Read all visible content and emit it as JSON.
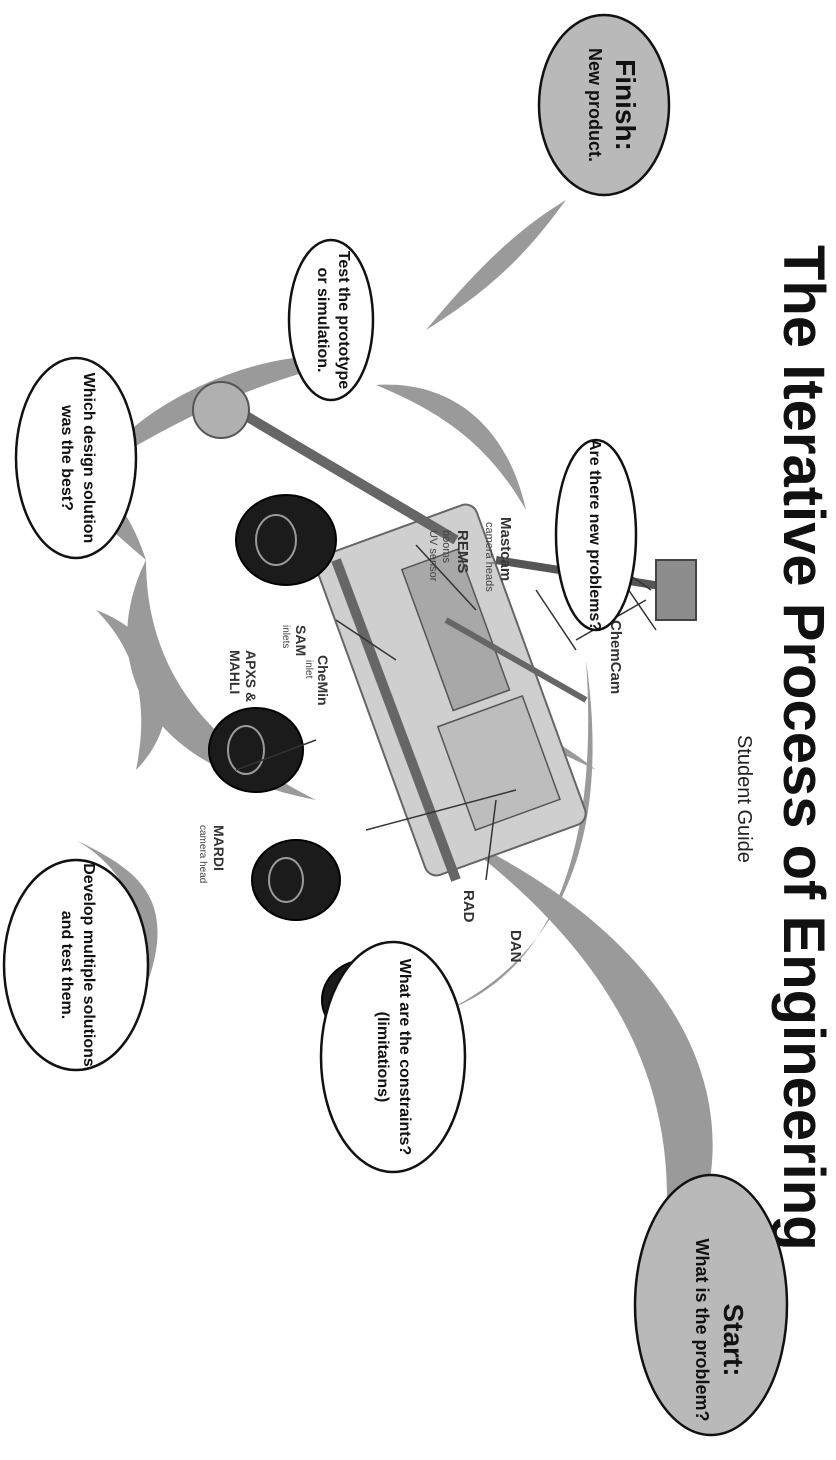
{
  "title": "The Iterative Process of Engineering",
  "subtitle": "Student Guide",
  "nodes": {
    "finish": {
      "head": "Finish:",
      "line1": "New product.",
      "line2": ""
    },
    "test": {
      "line1": "Test the prototype",
      "line2": "or simulation."
    },
    "new_problems": {
      "line1": "Are there new problems?",
      "line2": ""
    },
    "best": {
      "line1": "Which design solution",
      "line2": "was the best?"
    },
    "develop": {
      "line1": "Develop multiple solutions",
      "line2": "and test them."
    },
    "constraints": {
      "line1": "What are the constraints?",
      "line2": "(limitations)"
    },
    "start": {
      "head": "Start:",
      "line1": "What is the problem?"
    }
  },
  "rover_labels": {
    "mastcam": "Mastcam",
    "mastcam_sub": "camera heads",
    "rems": "REMS",
    "rems_sub1": "booms",
    "rems_sub2": "UV sensor",
    "chemcam": "ChemCam",
    "sam": "SAM",
    "sam_sub": "inlets",
    "chemin": "CheMin",
    "chemin_sub": "inlet",
    "apxs": "APXS &",
    "mahli": "MAHLI",
    "mardi": "MARDI",
    "mardi_sub": "camera head",
    "dan": "DAN",
    "rad": "RAD"
  },
  "colors": {
    "bubble_gray": "#b9b9b9",
    "arrow_gray": "#9a9a9a",
    "outline": "#111111"
  }
}
